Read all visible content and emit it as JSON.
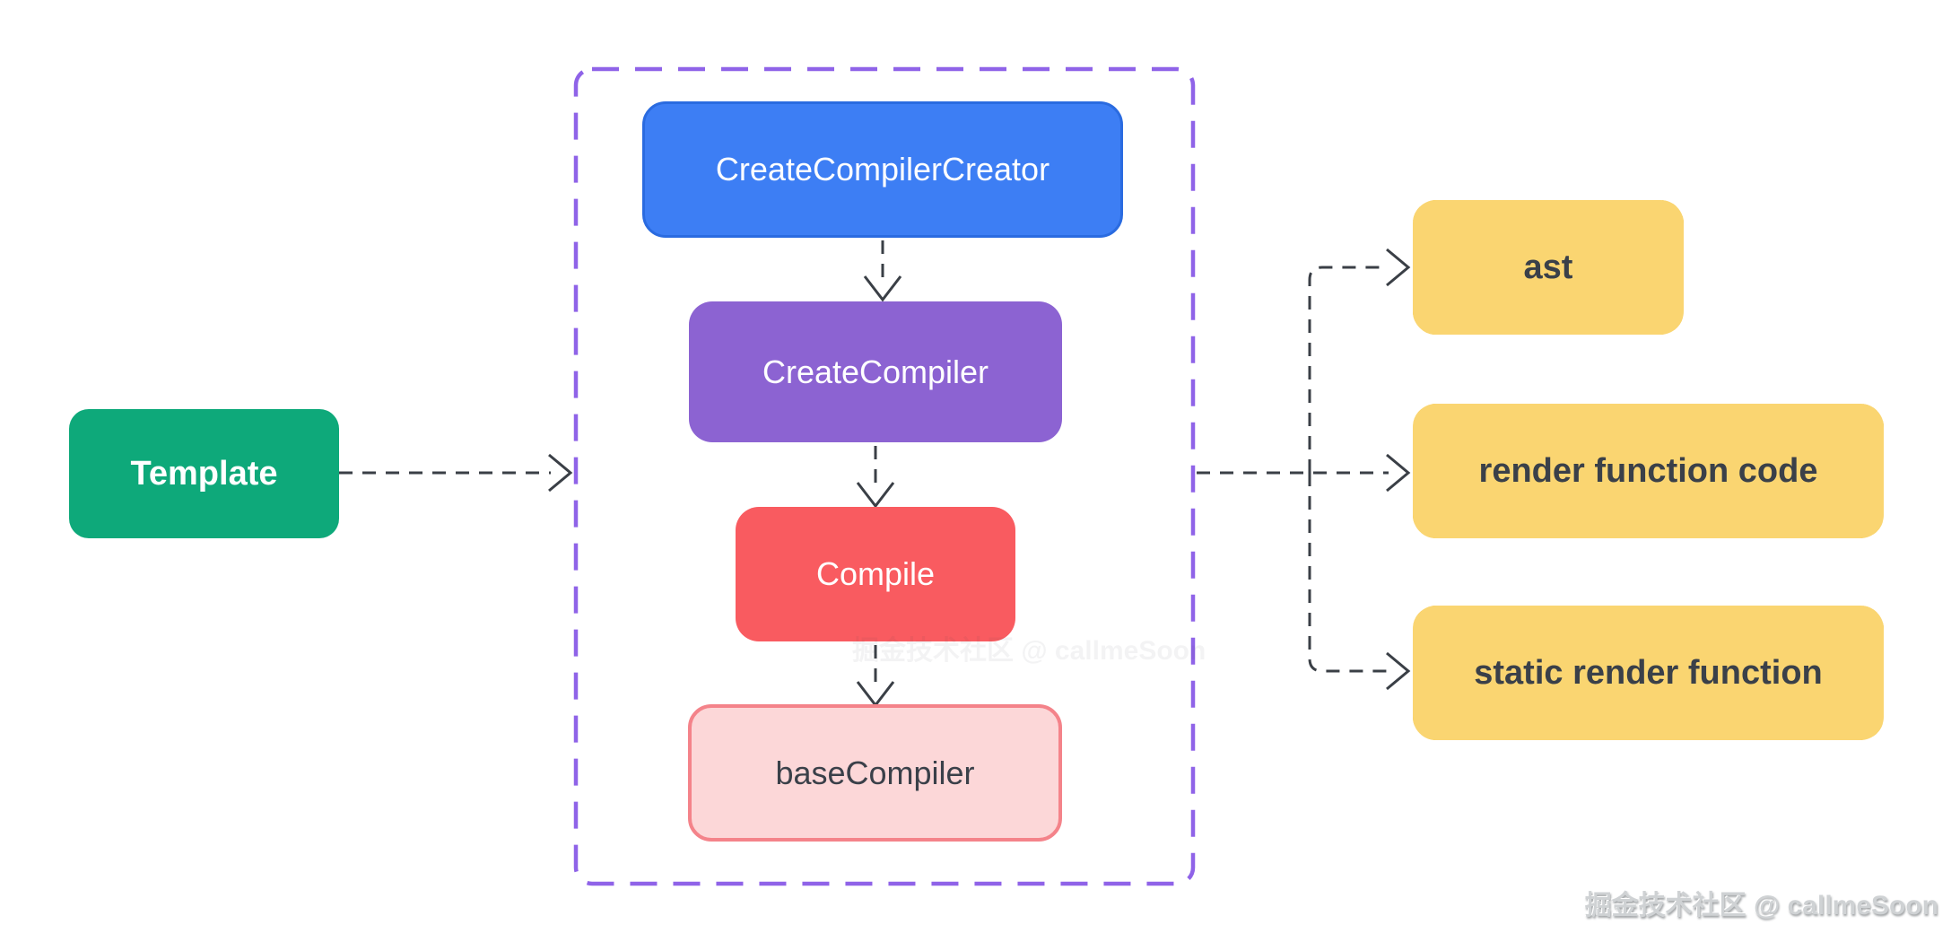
{
  "diagram": {
    "nodes": {
      "template": {
        "label": "Template"
      },
      "pipeline": [
        {
          "id": "create-compiler-creator",
          "label": "CreateCompilerCreator"
        },
        {
          "id": "create-compiler",
          "label": "CreateCompiler"
        },
        {
          "id": "compile",
          "label": "Compile"
        },
        {
          "id": "base-compiler",
          "label": "baseCompiler"
        }
      ],
      "outputs": [
        {
          "id": "ast",
          "label": "ast"
        },
        {
          "id": "render-function-code",
          "label": "render function code"
        },
        {
          "id": "static-render-function",
          "label": "static render function"
        }
      ]
    },
    "edges": [
      "Template -> pipeline-container",
      "CreateCompilerCreator -> CreateCompiler",
      "CreateCompiler -> Compile",
      "Compile -> baseCompiler",
      "pipeline-container -> ast",
      "pipeline-container -> render function code",
      "pipeline-container -> static render function"
    ],
    "watermark": "掘金技术社区 @ callmeSoon",
    "colors": {
      "background": "#ffffff",
      "template_fill": "#0ea97a",
      "creator_fill": "#3d7ef4",
      "creator_border": "#2a6be0",
      "compiler_fill": "#8c63d2",
      "compile_fill": "#f95b60",
      "base_fill": "#fcd7d8",
      "base_border": "#f4838a",
      "output_fill": "#fad571",
      "output_border": "#eeb70d",
      "container_border": "#8f63e8",
      "arrow": "#3a3f46",
      "text_light": "#ffffff",
      "text_dark": "#3a4049",
      "watermark": "#cfd2d4"
    }
  }
}
